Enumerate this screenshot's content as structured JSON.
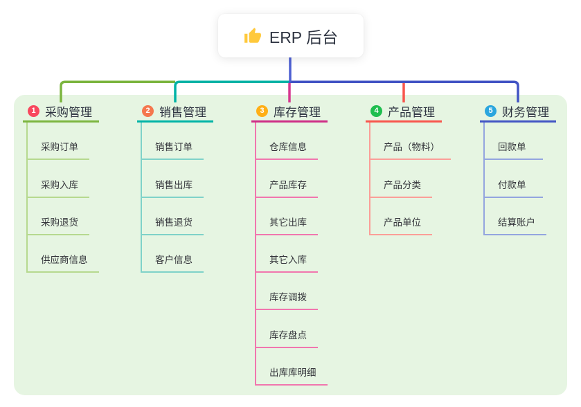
{
  "root": {
    "label": "ERP 后台",
    "icon": "thumbs-up-icon",
    "icon_color": "#FFC93C"
  },
  "connector": {
    "root_stem_color": "#4E60D2"
  },
  "panel": {
    "background": "#E6F5E2"
  },
  "branches": [
    {
      "badge": "1",
      "badge_color": "#F8485E",
      "line_color": "#7CB53F",
      "drop_color": "#7CB53F",
      "child_line_color": "#B6D98F",
      "label": "采购管理",
      "children": [
        "采购订单",
        "采购入库",
        "采购退货",
        "供应商信息"
      ]
    },
    {
      "badge": "2",
      "badge_color": "#F5774E",
      "line_color": "#00B3A6",
      "drop_color": "#00B3A6",
      "child_line_color": "#7FD2C9",
      "label": "销售管理",
      "children": [
        "销售订单",
        "销售出库",
        "销售退货",
        "客户信息"
      ]
    },
    {
      "badge": "3",
      "badge_color": "#FFAF16",
      "line_color": "#CE2D86",
      "drop_color": "#D6368F",
      "child_line_color": "#F176AE",
      "label": "库存管理",
      "children": [
        "仓库信息",
        "产品库存",
        "其它出库",
        "其它入库",
        "库存调拨",
        "库存盘点",
        "出库库明细"
      ]
    },
    {
      "badge": "4",
      "badge_color": "#1FBE4F",
      "line_color": "#F8554C",
      "drop_color": "#F8554C",
      "child_line_color": "#FB9E98",
      "label": "产品管理",
      "children": [
        "产品（物料）",
        "产品分类",
        "产品单位"
      ]
    },
    {
      "badge": "5",
      "badge_color": "#2BA6DE",
      "line_color": "#4254C4",
      "drop_color": "#4254C4",
      "child_line_color": "#93A5DF",
      "label": "财务管理",
      "children": [
        "回款单",
        "付款单",
        "结算账户"
      ]
    }
  ]
}
